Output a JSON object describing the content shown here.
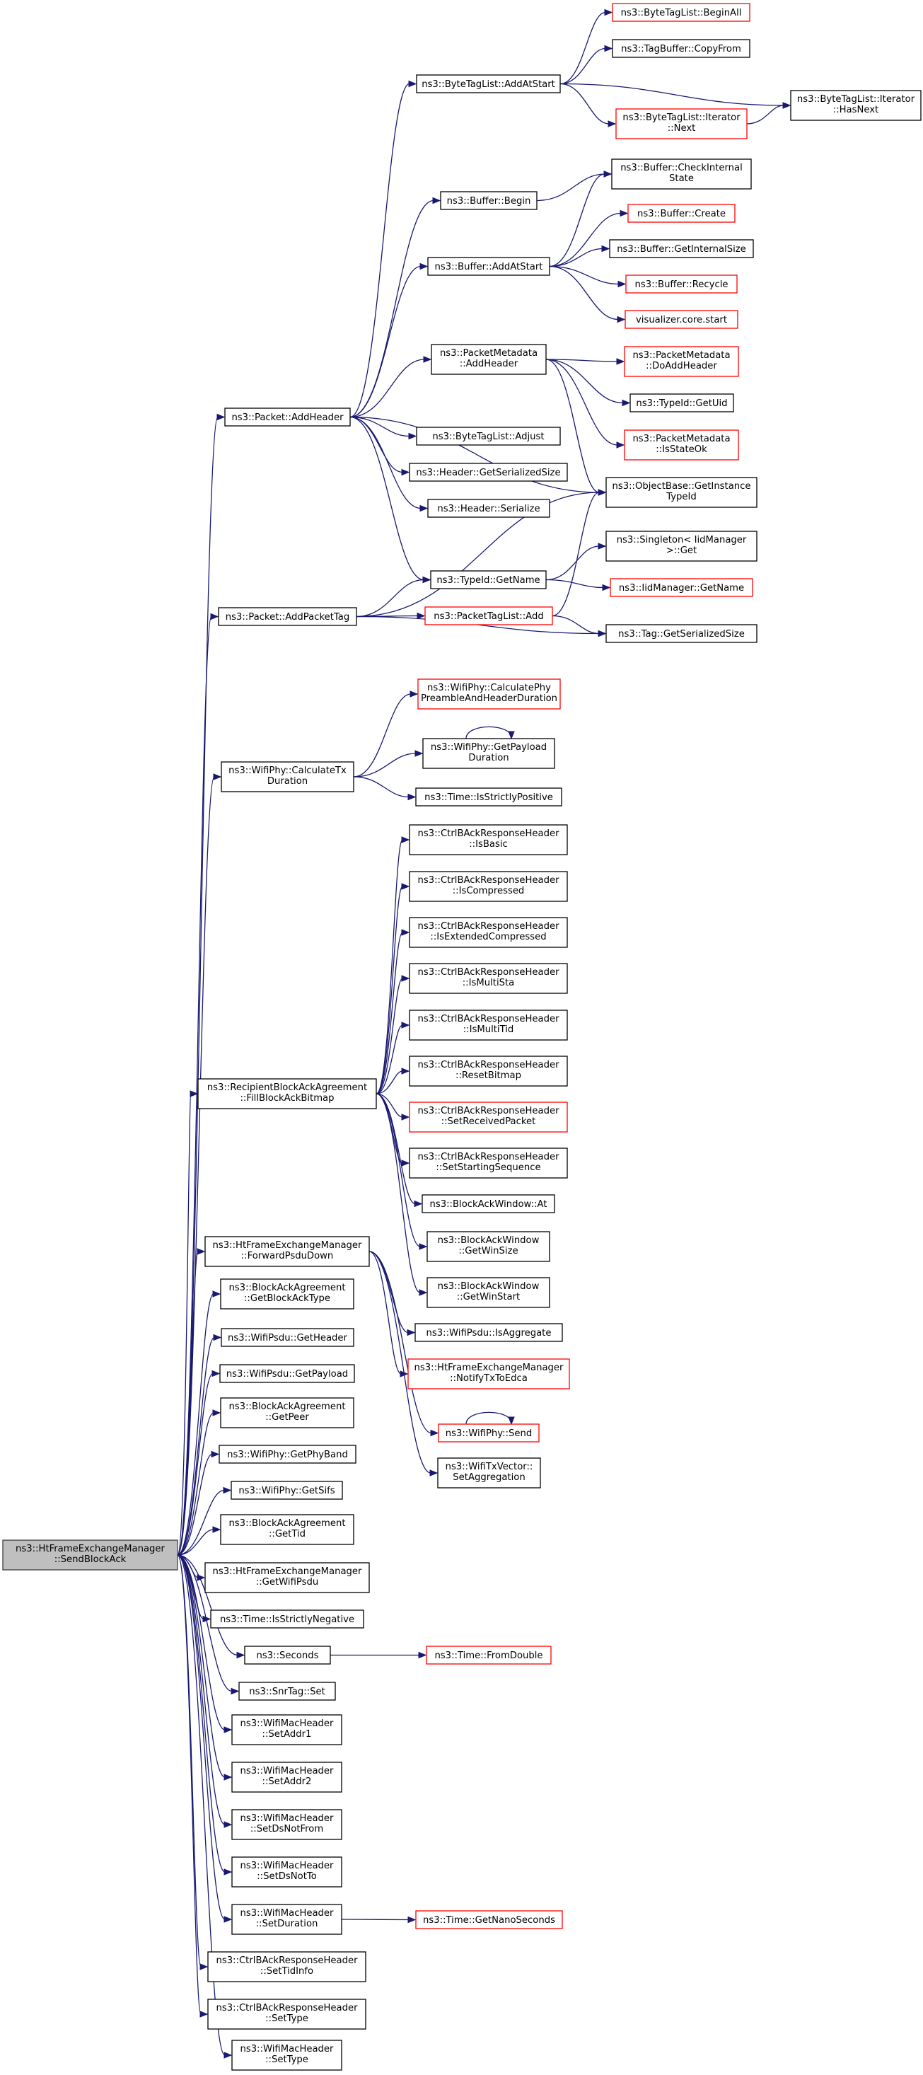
{
  "nodes": [
    {
      "id": "root",
      "lines": [
        "ns3::HtFrameExchangeManager",
        "::SendBlockAck"
      ],
      "style": "root"
    },
    {
      "id": "AddHeader",
      "lines": [
        "ns3::Packet::AddHeader"
      ]
    },
    {
      "id": "AddPacketTag",
      "lines": [
        "ns3::Packet::AddPacketTag"
      ]
    },
    {
      "id": "CalcTxDur",
      "lines": [
        "ns3::WifiPhy::CalculateTx",
        "Duration"
      ]
    },
    {
      "id": "FillBitmap",
      "lines": [
        "ns3::RecipientBlockAckAgreement",
        "::FillBlockAckBitmap"
      ]
    },
    {
      "id": "ForwardPsdu",
      "lines": [
        "ns3::HtFrameExchangeManager",
        "::ForwardPsduDown"
      ]
    },
    {
      "id": "GetBAType",
      "lines": [
        "ns3::BlockAckAgreement",
        "::GetBlockAckType"
      ]
    },
    {
      "id": "PsduGetHeader",
      "lines": [
        "ns3::WifiPsdu::GetHeader"
      ]
    },
    {
      "id": "PsduGetPayload",
      "lines": [
        "ns3::WifiPsdu::GetPayload"
      ]
    },
    {
      "id": "BAGetPeer",
      "lines": [
        "ns3::BlockAckAgreement",
        "::GetPeer"
      ]
    },
    {
      "id": "GetPhyBand",
      "lines": [
        "ns3::WifiPhy::GetPhyBand"
      ]
    },
    {
      "id": "GetSifs",
      "lines": [
        "ns3::WifiPhy::GetSifs"
      ]
    },
    {
      "id": "BAGetTid",
      "lines": [
        "ns3::BlockAckAgreement",
        "::GetTid"
      ]
    },
    {
      "id": "GetWifiPsdu",
      "lines": [
        "ns3::HtFrameExchangeManager",
        "::GetWifiPsdu"
      ]
    },
    {
      "id": "IsStrictlyNeg",
      "lines": [
        "ns3::Time::IsStrictlyNegative"
      ]
    },
    {
      "id": "Seconds",
      "lines": [
        "ns3::Seconds"
      ]
    },
    {
      "id": "SnrTagSet",
      "lines": [
        "ns3::SnrTag::Set"
      ]
    },
    {
      "id": "SetAddr1",
      "lines": [
        "ns3::WifiMacHeader",
        "::SetAddr1"
      ]
    },
    {
      "id": "SetAddr2",
      "lines": [
        "ns3::WifiMacHeader",
        "::SetAddr2"
      ]
    },
    {
      "id": "SetDsNotFrom",
      "lines": [
        "ns3::WifiMacHeader",
        "::SetDsNotFrom"
      ]
    },
    {
      "id": "SetDsNotTo",
      "lines": [
        "ns3::WifiMacHeader",
        "::SetDsNotTo"
      ]
    },
    {
      "id": "SetDuration",
      "lines": [
        "ns3::WifiMacHeader",
        "::SetDuration"
      ]
    },
    {
      "id": "SetTidInfo",
      "lines": [
        "ns3::CtrlBAckResponseHeader",
        "::SetTidInfo"
      ]
    },
    {
      "id": "SetTypeBA",
      "lines": [
        "ns3::CtrlBAckResponseHeader",
        "::SetType"
      ]
    },
    {
      "id": "SetTypeMac",
      "lines": [
        "ns3::WifiMacHeader",
        "::SetType"
      ]
    },
    {
      "id": "BTLAddAtStart",
      "lines": [
        "ns3::ByteTagList::AddAtStart"
      ]
    },
    {
      "id": "BufBegin",
      "lines": [
        "ns3::Buffer::Begin"
      ]
    },
    {
      "id": "BufAddAtStart",
      "lines": [
        "ns3::Buffer::AddAtStart"
      ]
    },
    {
      "id": "PMAddHeader",
      "lines": [
        "ns3::PacketMetadata",
        "::AddHeader"
      ]
    },
    {
      "id": "BTLAdjust",
      "lines": [
        "ns3::ByteTagList::Adjust"
      ]
    },
    {
      "id": "HdrGetSerSize",
      "lines": [
        "ns3::Header::GetSerializedSize"
      ]
    },
    {
      "id": "HdrSerialize",
      "lines": [
        "ns3::Header::Serialize"
      ]
    },
    {
      "id": "TypeIdGetName",
      "lines": [
        "ns3::TypeId::GetName"
      ]
    },
    {
      "id": "PTLAdd",
      "lines": [
        "ns3::PacketTagList::Add"
      ],
      "style": "trunc"
    },
    {
      "id": "CalcPreamble",
      "lines": [
        "ns3::WifiPhy::CalculatePhy",
        "PreambleAndHeaderDuration"
      ],
      "style": "trunc"
    },
    {
      "id": "GetPayloadDur",
      "lines": [
        "ns3::WifiPhy::GetPayload",
        "Duration"
      ]
    },
    {
      "id": "IsStrictlyPos",
      "lines": [
        "ns3::Time::IsStrictlyPositive"
      ]
    },
    {
      "id": "IsBasic",
      "lines": [
        "ns3::CtrlBAckResponseHeader",
        "::IsBasic"
      ]
    },
    {
      "id": "IsCompressed",
      "lines": [
        "ns3::CtrlBAckResponseHeader",
        "::IsCompressed"
      ]
    },
    {
      "id": "IsExtComp",
      "lines": [
        "ns3::CtrlBAckResponseHeader",
        "::IsExtendedCompressed"
      ]
    },
    {
      "id": "IsMultiSta",
      "lines": [
        "ns3::CtrlBAckResponseHeader",
        "::IsMultiSta"
      ]
    },
    {
      "id": "IsMultiTid",
      "lines": [
        "ns3::CtrlBAckResponseHeader",
        "::IsMultiTid"
      ]
    },
    {
      "id": "ResetBitmap",
      "lines": [
        "ns3::CtrlBAckResponseHeader",
        "::ResetBitmap"
      ]
    },
    {
      "id": "SetRecvPkt",
      "lines": [
        "ns3::CtrlBAckResponseHeader",
        "::SetReceivedPacket"
      ],
      "style": "trunc"
    },
    {
      "id": "SetStartSeq",
      "lines": [
        "ns3::CtrlBAckResponseHeader",
        "::SetStartingSequence"
      ]
    },
    {
      "id": "BAWinAt",
      "lines": [
        "ns3::BlockAckWindow::At"
      ]
    },
    {
      "id": "BAWinSize",
      "lines": [
        "ns3::BlockAckWindow",
        "::GetWinSize"
      ]
    },
    {
      "id": "BAWinStart",
      "lines": [
        "ns3::BlockAckWindow",
        "::GetWinStart"
      ]
    },
    {
      "id": "IsAggregate",
      "lines": [
        "ns3::WifiPsdu::IsAggregate"
      ]
    },
    {
      "id": "NotifyTx",
      "lines": [
        "ns3::HtFrameExchangeManager",
        "::NotifyTxToEdca"
      ],
      "style": "trunc"
    },
    {
      "id": "PhySend",
      "lines": [
        "ns3::WifiPhy::Send"
      ],
      "style": "trunc"
    },
    {
      "id": "SetAggregation",
      "lines": [
        "ns3::WifiTxVector::",
        "SetAggregation"
      ]
    },
    {
      "id": "FromDouble",
      "lines": [
        "ns3::Time::FromDouble"
      ],
      "style": "trunc"
    },
    {
      "id": "GetNanoSec",
      "lines": [
        "ns3::Time::GetNanoSeconds"
      ],
      "style": "trunc"
    },
    {
      "id": "BeginAll",
      "lines": [
        "ns3::ByteTagList::BeginAll"
      ],
      "style": "trunc"
    },
    {
      "id": "CopyFrom",
      "lines": [
        "ns3::TagBuffer::CopyFrom"
      ]
    },
    {
      "id": "IterNext",
      "lines": [
        "ns3::ByteTagList::Iterator",
        "::Next"
      ],
      "style": "trunc"
    },
    {
      "id": "IterHasNext",
      "lines": [
        "ns3::ByteTagList::Iterator",
        "::HasNext"
      ]
    },
    {
      "id": "CheckIntState",
      "lines": [
        "ns3::Buffer::CheckInternal",
        "State"
      ]
    },
    {
      "id": "BufCreate",
      "lines": [
        "ns3::Buffer::Create"
      ],
      "style": "trunc"
    },
    {
      "id": "GetIntSize",
      "lines": [
        "ns3::Buffer::GetInternalSize"
      ]
    },
    {
      "id": "BufRecycle",
      "lines": [
        "ns3::Buffer::Recycle"
      ],
      "style": "trunc"
    },
    {
      "id": "VizStart",
      "lines": [
        "visualizer.core.start"
      ],
      "style": "trunc"
    },
    {
      "id": "DoAddHeader",
      "lines": [
        "ns3::PacketMetadata",
        "::DoAddHeader"
      ],
      "style": "trunc"
    },
    {
      "id": "TypeIdGetUid",
      "lines": [
        "ns3::TypeId::GetUid"
      ]
    },
    {
      "id": "IsStateOk",
      "lines": [
        "ns3::PacketMetadata",
        "::IsStateOk"
      ],
      "style": "trunc"
    },
    {
      "id": "GetInstTypeId",
      "lines": [
        "ns3::ObjectBase::GetInstance",
        "TypeId"
      ]
    },
    {
      "id": "SingletonGet",
      "lines": [
        "ns3::Singleton< IidManager",
        ">::Get"
      ]
    },
    {
      "id": "IidGetName",
      "lines": [
        "ns3::IidManager::GetName"
      ],
      "style": "trunc"
    },
    {
      "id": "TagGetSerSize",
      "lines": [
        "ns3::Tag::GetSerializedSize"
      ]
    }
  ]
}
